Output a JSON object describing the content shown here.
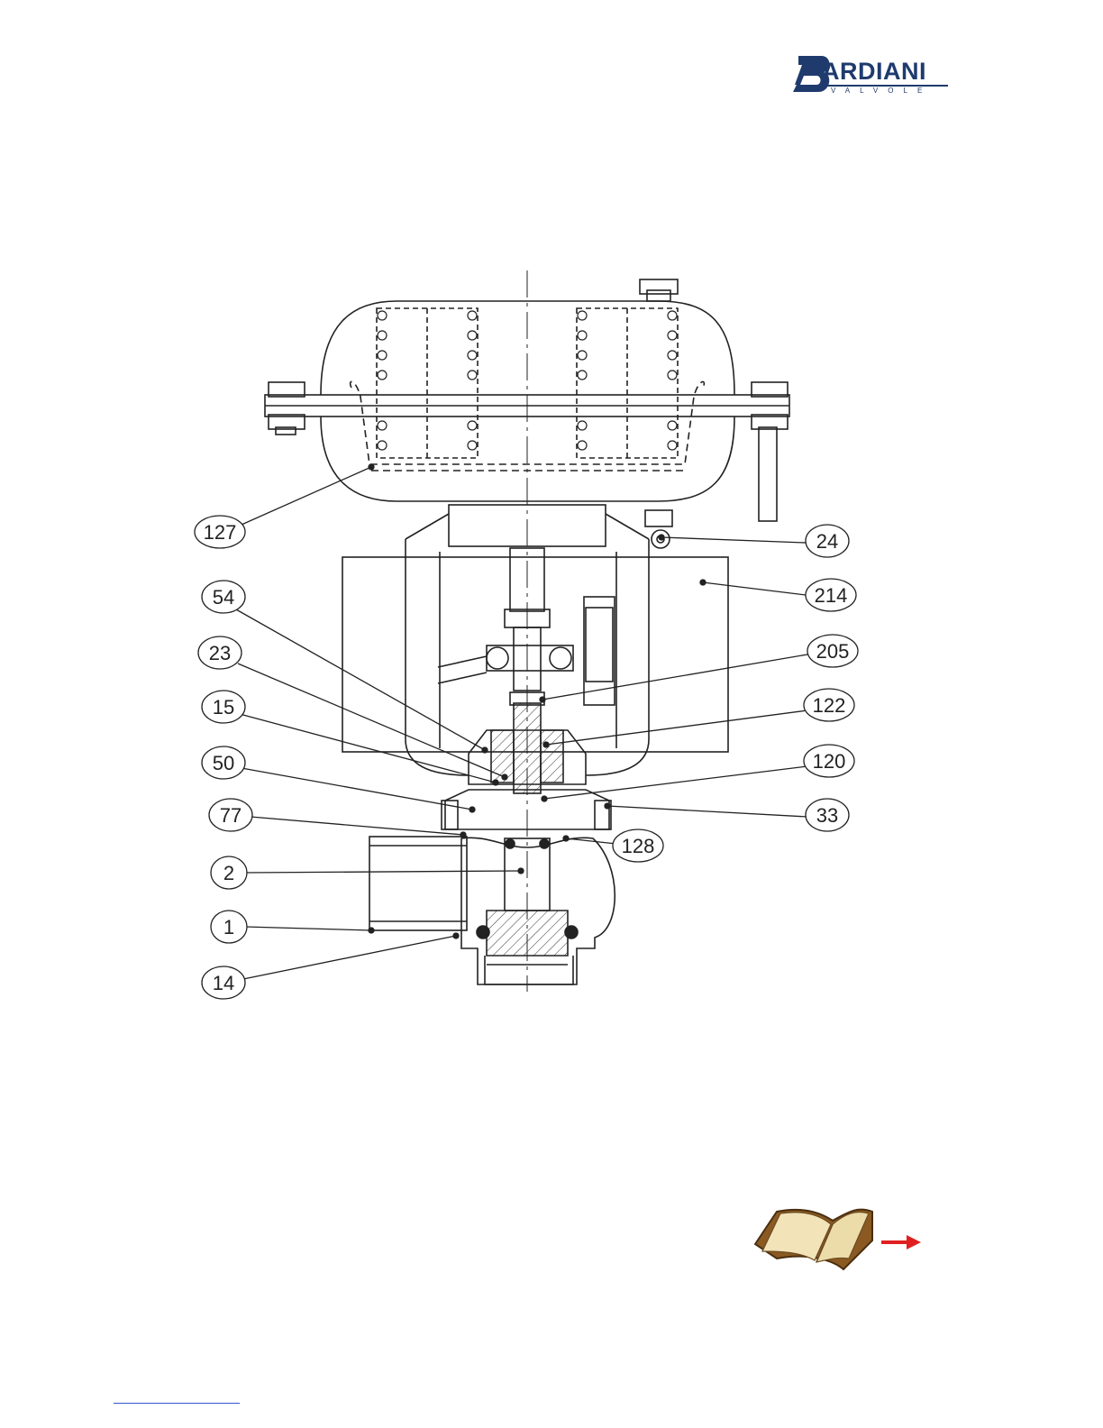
{
  "brand": {
    "name": "BARDIANI",
    "name_rest": "ARDIANI",
    "subtitle": "VALVOLE",
    "color": "#1f3b6e"
  },
  "callouts": [
    "127",
    "24",
    "214",
    "54",
    "23",
    "205",
    "122",
    "15",
    "50",
    "120",
    "33",
    "77",
    "128",
    "2",
    "1",
    "14"
  ],
  "nav": {
    "icon": "open-book-icon",
    "arrow": "right-arrow-icon",
    "arrow_color": "#e02020"
  }
}
